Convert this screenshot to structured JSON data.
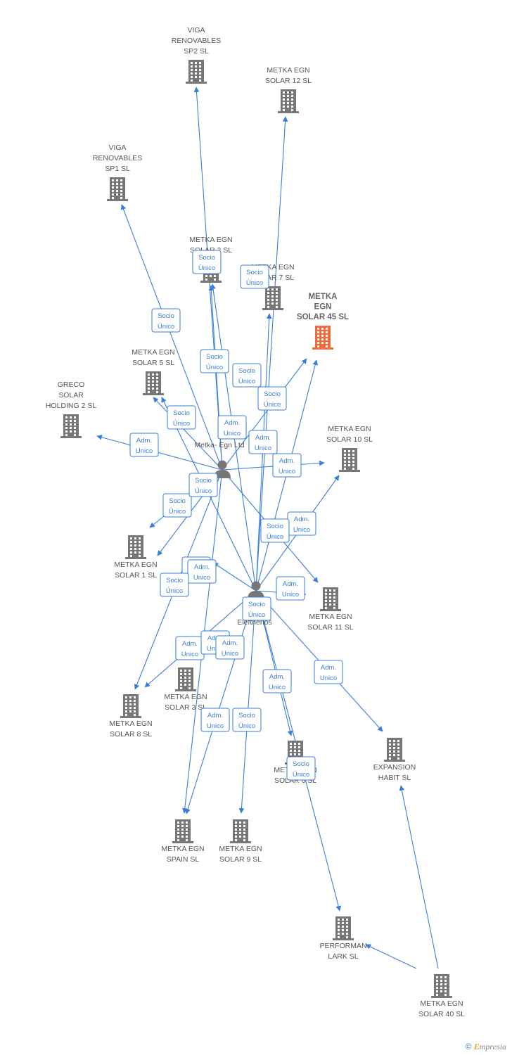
{
  "colors": {
    "edge": "#3a7fd5",
    "company": "#777777",
    "highlight": "#f26b3a",
    "person": "#777777"
  },
  "footer": {
    "copyright": "©",
    "brand_initial": "E",
    "brand_rest": "mpresia"
  },
  "persons": [
    {
      "id": "p1",
      "label": "Metka- Egn Ltd"
    },
    {
      "id": "p2",
      "label": "Eleftherios"
    }
  ],
  "companies": [
    {
      "id": "c_sp2",
      "lines": [
        "VIGA",
        "RENOVABLES",
        "SP2  SL"
      ]
    },
    {
      "id": "c_s12",
      "lines": [
        "METKA EGN",
        "SOLAR 12  SL"
      ]
    },
    {
      "id": "c_sp1",
      "lines": [
        "VIGA",
        "RENOVABLES",
        "SP1  SL"
      ]
    },
    {
      "id": "c_s2",
      "lines": [
        "METKA EGN",
        "SOLAR 2  SL"
      ]
    },
    {
      "id": "c_s7",
      "lines": [
        "METKA EGN",
        "SOLAR 7  SL"
      ]
    },
    {
      "id": "c_s45",
      "lines": [
        "METKA",
        "EGN",
        "SOLAR 45  SL"
      ],
      "highlight": true
    },
    {
      "id": "c_s5",
      "lines": [
        "METKA EGN",
        "SOLAR 5  SL"
      ]
    },
    {
      "id": "c_greco",
      "lines": [
        "GRECO",
        "SOLAR",
        "HOLDING 2  SL"
      ]
    },
    {
      "id": "c_s10",
      "lines": [
        "METKA EGN",
        "SOLAR 10  SL"
      ]
    },
    {
      "id": "c_s1",
      "lines": [
        "METKA EGN",
        "SOLAR 1  SL"
      ]
    },
    {
      "id": "c_s11",
      "lines": [
        "METKA EGN",
        "SOLAR 11  SL"
      ]
    },
    {
      "id": "c_s3",
      "lines": [
        "METKA EGN",
        "SOLAR 3  SL"
      ]
    },
    {
      "id": "c_s8",
      "lines": [
        "METKA EGN",
        "SOLAR 8  SL"
      ]
    },
    {
      "id": "c_s6",
      "lines": [
        "METKA EGN",
        "SOLAR 6  SL"
      ]
    },
    {
      "id": "c_exp",
      "lines": [
        "EXPANSION",
        "HABIT  SL"
      ]
    },
    {
      "id": "c_spain",
      "lines": [
        "METKA EGN",
        "SPAIN  SL"
      ]
    },
    {
      "id": "c_s9",
      "lines": [
        "METKA EGN",
        "SOLAR 9  SL"
      ]
    },
    {
      "id": "c_perf",
      "lines": [
        "PERFORMAN",
        "LARK  SL"
      ]
    },
    {
      "id": "c_s40",
      "lines": [
        "METKA EGN",
        "SOLAR 40  SL"
      ]
    }
  ],
  "relations": [
    {
      "lines": [
        "Socio",
        "Único"
      ]
    },
    {
      "lines": [
        "Socio",
        "Único"
      ]
    },
    {
      "lines": [
        "Socio",
        "Único"
      ]
    },
    {
      "lines": [
        "Socio",
        "Único"
      ]
    },
    {
      "lines": [
        "Socio",
        "Único"
      ]
    },
    {
      "lines": [
        "Socio",
        "Único"
      ]
    },
    {
      "lines": [
        "Socio",
        "Único"
      ]
    },
    {
      "lines": [
        "Adm.",
        "Unico"
      ]
    },
    {
      "lines": [
        "Adm.",
        "Unico"
      ]
    },
    {
      "lines": [
        "Adm.",
        "Unico"
      ]
    },
    {
      "lines": [
        "Adm.",
        "Unico"
      ]
    },
    {
      "lines": [
        "Socio",
        "Único"
      ]
    },
    {
      "lines": [
        "Socio",
        "Único"
      ]
    },
    {
      "lines": [
        "Adm.",
        "Unico"
      ]
    },
    {
      "lines": [
        "Socio",
        "Único"
      ]
    },
    {
      "lines": [
        "Socio",
        "Único"
      ]
    },
    {
      "lines": [
        "Adm.",
        "Unico"
      ]
    },
    {
      "lines": [
        "Socio",
        "Único"
      ]
    },
    {
      "lines": [
        "Adm.",
        "Unico"
      ]
    },
    {
      "lines": [
        "Socio",
        "Único"
      ]
    },
    {
      "lines": [
        "Adm.",
        "Unico"
      ]
    },
    {
      "lines": [
        "Adm.",
        "Unico"
      ]
    },
    {
      "lines": [
        "Adm.",
        "Unico"
      ]
    },
    {
      "lines": [
        "Adm.",
        "Unico"
      ]
    },
    {
      "lines": [
        "Adm.",
        "Unico"
      ]
    },
    {
      "lines": [
        "Adm.",
        "Unico"
      ]
    },
    {
      "lines": [
        "Socio",
        "Único"
      ]
    },
    {
      "lines": [
        "Socio",
        "Único"
      ]
    }
  ]
}
